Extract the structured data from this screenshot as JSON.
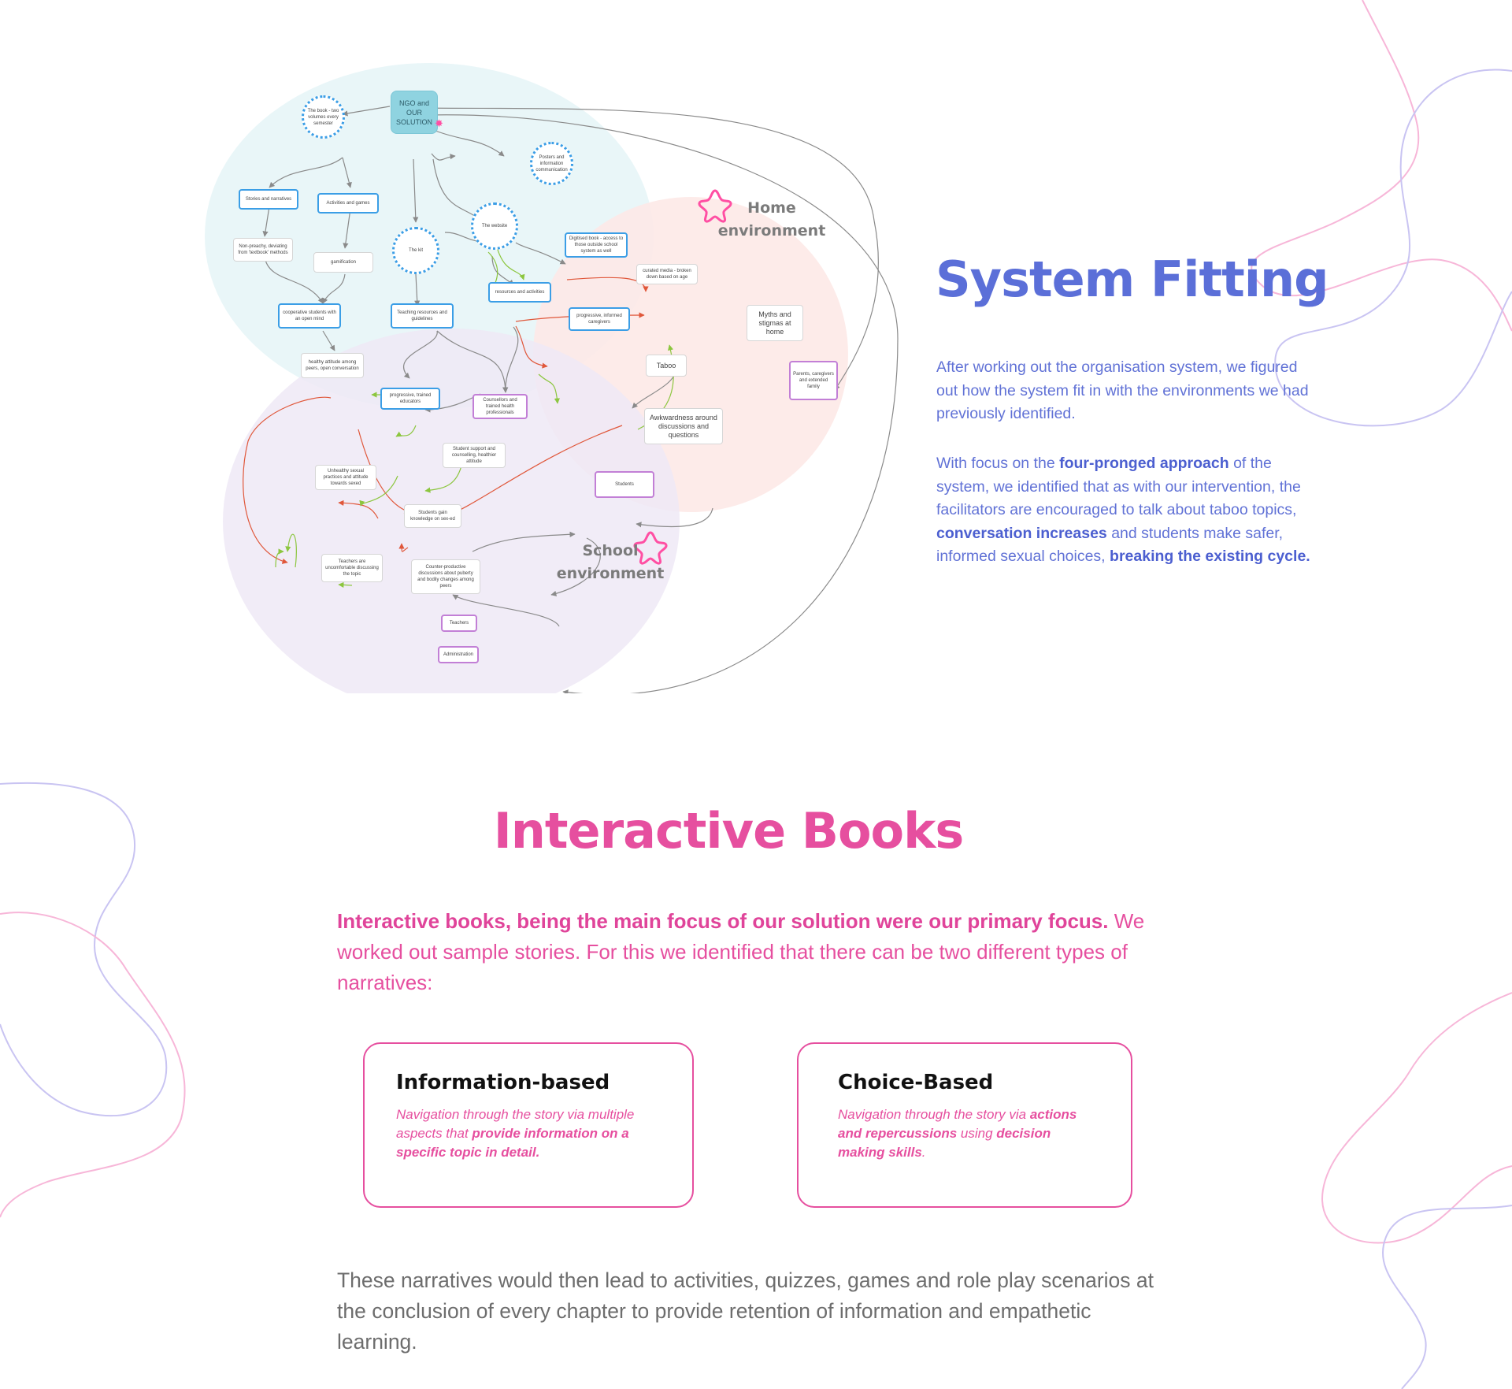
{
  "colors": {
    "accent_blue": "#5b6fd8",
    "accent_pink": "#e64f9f",
    "node_blue": "#3b9ee6",
    "node_purple": "#c27fd6",
    "edge_gray": "#8a8a8a",
    "edge_red": "#e0573a",
    "edge_green": "#8cc63f",
    "bubble_ngo": "#e9f6f8",
    "bubble_home": "#fde9e7",
    "bubble_school": "#efe9f6"
  },
  "diagram": {
    "main_node": "NGO and OUR SOLUTION",
    "nodes": {
      "book": "The book - two volumes every semester",
      "posters": "Posters and information communication",
      "stories": "Stories and narratives",
      "activities": "Activities and games",
      "nonpreachy": "Non-preachy, deviating from 'textbook' methods",
      "gamification": "gamification",
      "kit": "The kit",
      "website": "The website",
      "digitised": "Digitised book - access to those outside school system as well",
      "curated": "curated media - broken down based on age",
      "resources": "resources and activities",
      "cooperative": "cooperative students with an open mind",
      "teaching": "Teaching resources and guidelines",
      "caregivers_prog": "progressive, informed caregivers",
      "myths": "Myths and stigmas at home",
      "healthy": "healthy attitude among peers, open conversation",
      "taboo": "Taboo",
      "parents": "Parents, caregivers and extended family",
      "educators": "progressive, trained educators",
      "counsellors": "Counsellors and trained health professionals",
      "awkward": "Awkwardness around discussions and questions",
      "support": "Student support and counselling, healthier attitude",
      "unhealthy": "Unhealthy sexual practices and attitude towards sexed",
      "students": "Students",
      "gain": "Students gain knowledge on sex-ed",
      "teachers_unc": "Teachers are uncomfortable discussing the topic",
      "counterprod": "Counter-productive discussions about puberty and bodily changes among peers",
      "teachers": "Teachers",
      "admin": "Administration"
    },
    "home_label": "Home environment",
    "school_label": "School environment"
  },
  "system_fitting": {
    "title": "System Fitting",
    "p1": "After working out the organisation system, we figured out how the system fit in with the environments we had previously identified.",
    "p2_a": "With focus on the ",
    "p2_b": "four-pronged approach",
    "p2_c": " of the system, we identified that as with our intervention, the facilitators are encouraged to talk about taboo topics, ",
    "p2_d": "conversation increases",
    "p2_e": " and students make safer, informed sexual choices, ",
    "p2_f": "breaking the existing cycle."
  },
  "interactive_books": {
    "title": "Interactive Books",
    "intro_bold": "Interactive books, being the main focus of our solution were our primary focus.",
    "intro_rest": " We worked out sample stories. For this we identified that there can be two different types of narratives:",
    "card1": {
      "title": "Information-based",
      "text_a": "Navigation through the story via multiple aspects that ",
      "text_b": "provide information on a specific topic in detail."
    },
    "card2": {
      "title": "Choice-Based",
      "text_a": "Navigation through the story via ",
      "text_b": "actions and repercussions",
      "text_c": " using ",
      "text_d": "decision making skills",
      "text_e": "."
    },
    "closing": "These narratives would then lead to activities, quizzes, games and role play scenarios at the conclusion of every chapter to provide retention of information and empathetic learning."
  }
}
